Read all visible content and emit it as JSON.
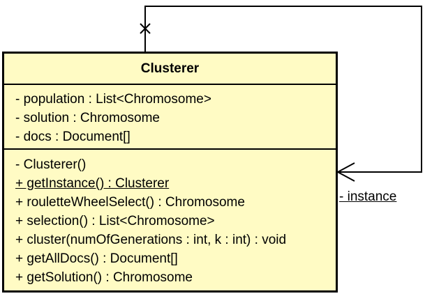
{
  "class": {
    "name": "Clusterer",
    "attributes": [
      "- population : List<Chromosome>",
      "- solution : Chromosome",
      "- docs : Document[]"
    ],
    "operations": [
      "- Clusterer()",
      "+ getInstance() : Clusterer",
      "+ rouletteWheelSelect() : Chromosome",
      "+ selection() : List<Chromosome>",
      "+ cluster(numOfGenerations : int, k : int) : void",
      "+ getAllDocs() : Document[]",
      "+ getSolution() : Chromosome"
    ]
  },
  "association": {
    "role": "- instance"
  },
  "colors": {
    "class_fill": "#fffbc4",
    "line": "#000000"
  }
}
